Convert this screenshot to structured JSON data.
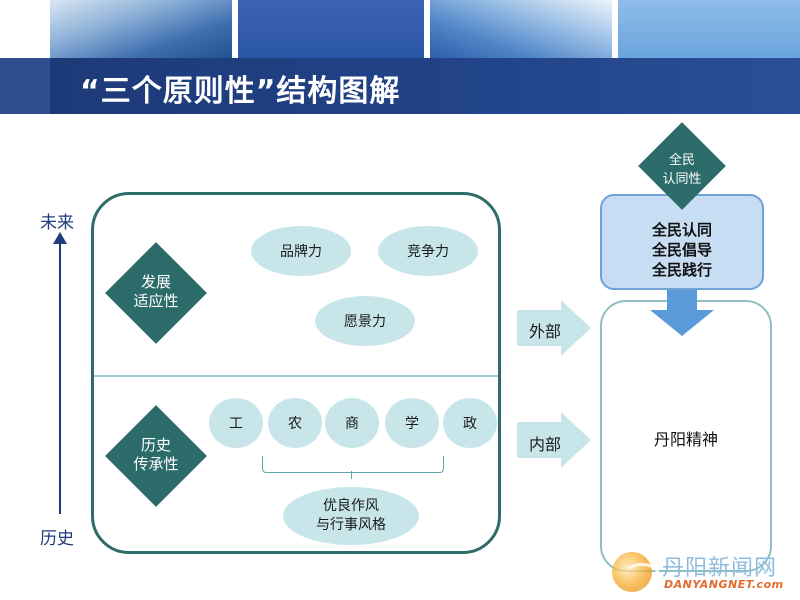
{
  "header": {
    "title": "“三个原则性”结构图解"
  },
  "axis": {
    "top_label": "未来",
    "bottom_label": "历史"
  },
  "upper": {
    "diamond_label_line1": "发展",
    "diamond_label_line2": "适应性",
    "ellipses": [
      "品牌力",
      "竞争力",
      "愿景力"
    ]
  },
  "lower": {
    "diamond_label_line1": "历史",
    "diamond_label_line2": "传承性",
    "circles": [
      "工",
      "农",
      "商",
      "学",
      "政"
    ],
    "summary_line1": "优良作风",
    "summary_line2": "与行事风格"
  },
  "arrows": {
    "outer": "外部",
    "inner": "内部"
  },
  "right": {
    "diamond_line1": "全民",
    "diamond_line2": "认同性",
    "box_lines": [
      "全民认同",
      "全民倡导",
      "全民践行"
    ],
    "center": "丹阳精神"
  },
  "watermark": {
    "cn": "丹阳新闻网",
    "en": "DANYANGNET.com"
  },
  "colors": {
    "title_bar": "#1d3a78",
    "teal": "#2b6c6a",
    "light_teal": "#c8e6ea",
    "blue_box": "#c6ddf3",
    "arrow_blue": "#5b9ad8"
  }
}
